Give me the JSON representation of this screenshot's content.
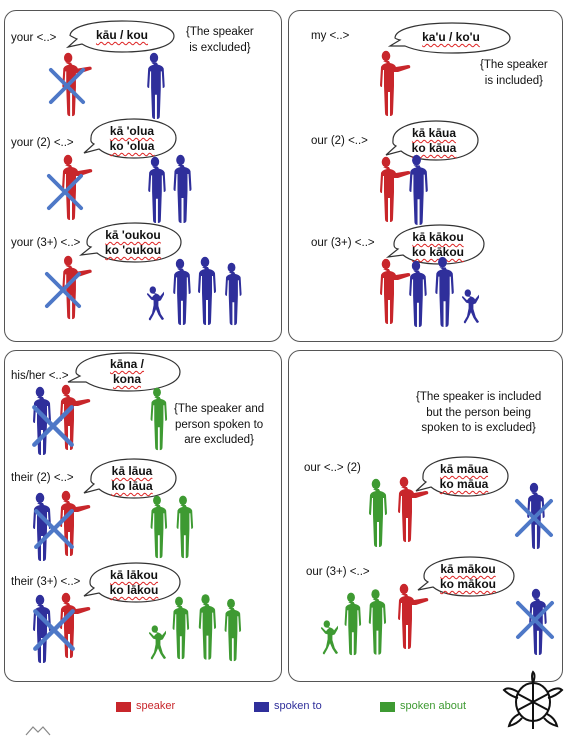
{
  "colors": {
    "speaker": "#c8262b",
    "spoken_to": "#2f2f9b",
    "spoken_about": "#3e9a32",
    "cross": "#4e78c7"
  },
  "panels": {
    "your_group": {
      "note": [
        "{The speaker",
        "is excluded}"
      ],
      "rows": [
        {
          "label": "your <..>",
          "forms": [
            "kāu / kou"
          ]
        },
        {
          "label": "your (2) <..>",
          "forms": [
            "kā 'olua",
            "ko 'olua"
          ]
        },
        {
          "label": "your (3+) <..>",
          "forms": [
            "kā 'oukou",
            "ko 'oukou"
          ]
        }
      ]
    },
    "my_group": {
      "note": [
        "{The speaker",
        "is included}"
      ],
      "rows": [
        {
          "label": "my <..>",
          "forms": [
            "ka'u / ko'u"
          ]
        },
        {
          "label": "our (2) <..>",
          "forms": [
            "kā kāua",
            "ko kāua"
          ]
        },
        {
          "label": "our (3+) <..>",
          "forms": [
            "kā kākou",
            "ko kākou"
          ]
        }
      ]
    },
    "his_group": {
      "note": [
        "{The speaker and",
        "person spoken to",
        "are excluded}"
      ],
      "rows": [
        {
          "label": "his/her <..>",
          "forms": [
            "kāna /",
            "kona"
          ]
        },
        {
          "label": "their (2) <..>",
          "forms": [
            "kā lāua",
            "ko lāua"
          ]
        },
        {
          "label": "their (3+) <..>",
          "forms": [
            "kā lākou",
            "ko lākou"
          ]
        }
      ]
    },
    "our_excl_group": {
      "note": [
        "{The speaker is included",
        "but the person being",
        "spoken to is excluded}"
      ],
      "rows": [
        {
          "label": "our <..> (2)",
          "forms": [
            "kā māua",
            "ko māua"
          ]
        },
        {
          "label": "our (3+) <..>",
          "forms": [
            "kā mākou",
            "ko mākou"
          ]
        }
      ]
    }
  },
  "legend": {
    "speaker": "speaker",
    "spoken_to": "spoken to",
    "spoken_about": "spoken about"
  }
}
